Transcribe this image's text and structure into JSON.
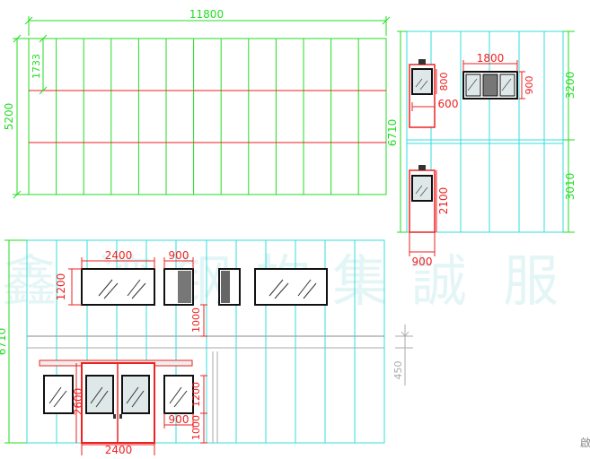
{
  "colors": {
    "green": "#22dd22",
    "cyan": "#33dddd",
    "red": "#ee2222",
    "dark": "#111111",
    "grey_dim": "#aaaaaa",
    "glass": "#dfe8e8",
    "watermark": "#cfeeee"
  },
  "dims": {
    "roof_width": "11800",
    "roof_height": "5200",
    "roof_strip": "1733",
    "side_height": "6710",
    "window_small_w": "1800",
    "door_w_small": "600",
    "window_small_h": "900",
    "window_tiny_h": "800",
    "door_h": "2100",
    "door_w": "900",
    "upper_h": "3200",
    "lower_h": "3010",
    "front_height": "6710",
    "win1_w": "2400",
    "win1_h": "1200",
    "win2_w": "900",
    "sill_upper": "1000",
    "gap_450": "450",
    "door_double_h": "2600",
    "door_double_w": "2400",
    "win_lower_h": "1200",
    "win_lower_w": "900",
    "sill_lower": "1000"
  },
  "watermark": [
    "鑫",
    "湾",
    "钢",
    "构",
    "集",
    "誠",
    "服"
  ],
  "corner_text": "啟\n系"
}
